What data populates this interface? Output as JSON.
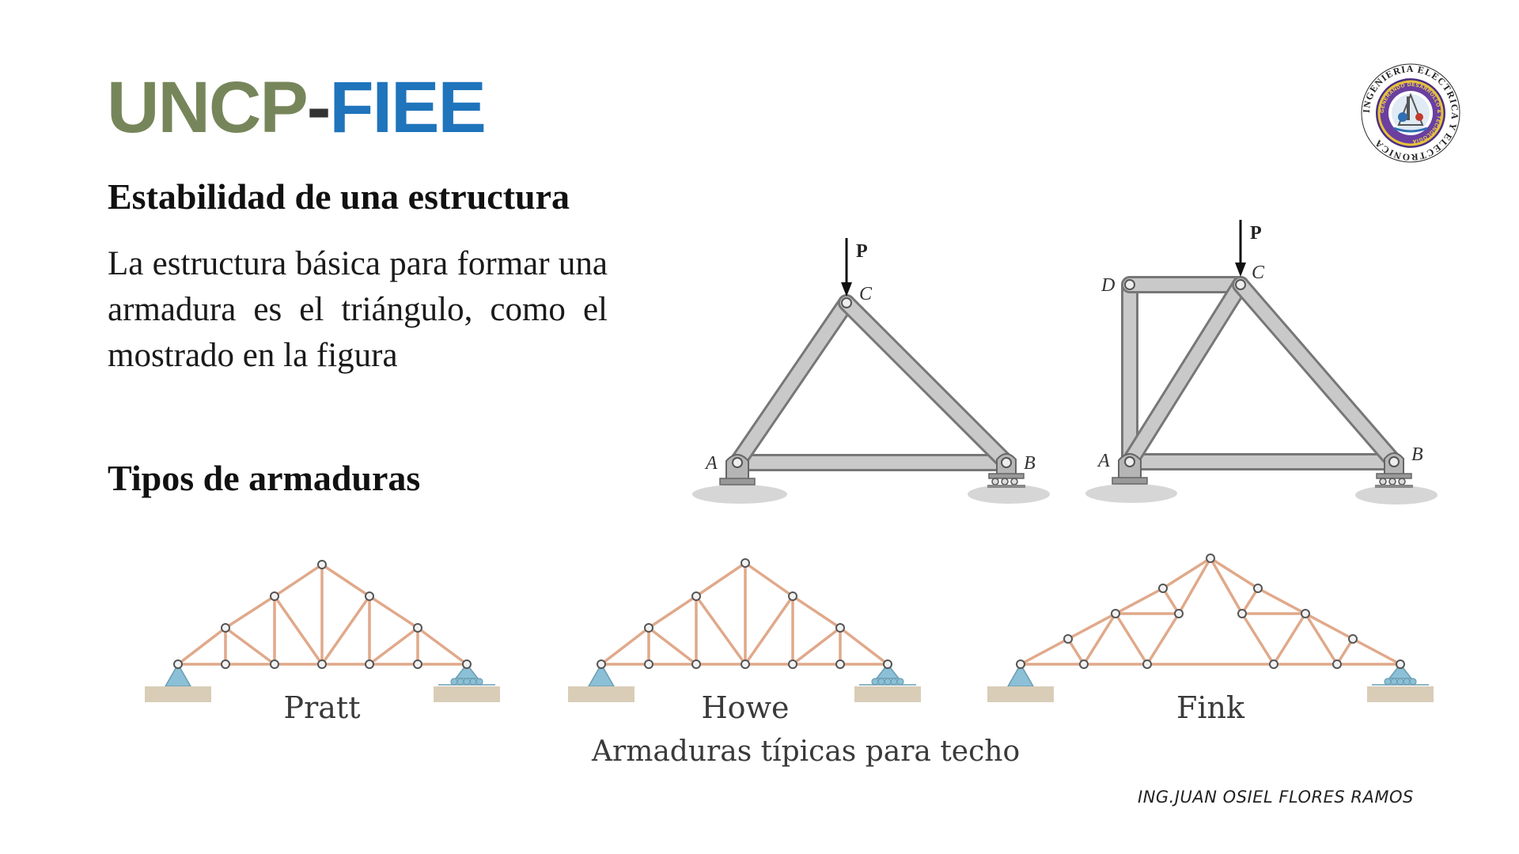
{
  "brand": {
    "part1": "UNCP",
    "separator": "-",
    "part2": "FIEE"
  },
  "title": "Estabilidad de una estructura",
  "paragraph": "La estructura básica para formar una armadura es el triángulo, como el mostrado en la figura",
  "subtitle": "Tipos de armaduras",
  "figure_triangle": {
    "load": "P",
    "nodes": {
      "a": "A",
      "b": "B",
      "c": "C"
    }
  },
  "figure_quad": {
    "load": "P",
    "nodes": {
      "a": "A",
      "b": "B",
      "c": "C",
      "d": "D"
    }
  },
  "trusses": [
    {
      "name": "Pratt"
    },
    {
      "name": "Howe"
    },
    {
      "name": "Fink"
    }
  ],
  "caption": "Armaduras típicas para techo",
  "signature": "ING.JUAN OSIEL FLORES RAMOS",
  "logo": {
    "ring_text": "INGENIERIA ELECTRICA Y ELECTRONICA",
    "inner_text": "GENERANDO DESARROLLO & TECNOLOGIA",
    "icon": "faculty-seal-icon"
  },
  "colors": {
    "brand_green": "#76865a",
    "brand_blue": "#1f74bb",
    "truss_member": "#e0a98a",
    "support": "#8cc0d6",
    "ground": "#d9cdb8"
  }
}
